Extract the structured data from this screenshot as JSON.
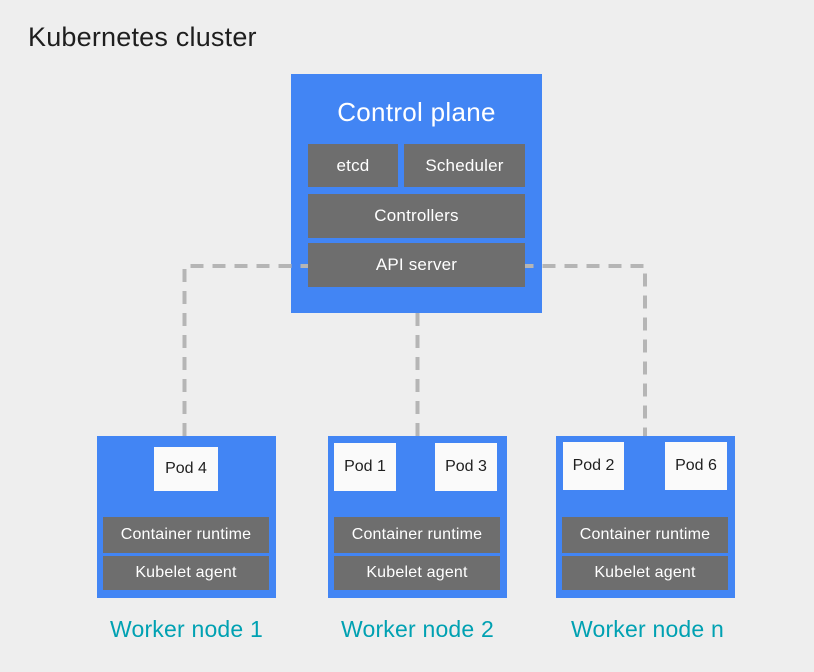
{
  "title": "Kubernetes cluster",
  "colors": {
    "background": "#eeeeee",
    "node_blue": "#4285f4",
    "component_gray": "#6e6e6e",
    "pod_white": "#fafafa",
    "connector_gray": "#b5b5b5",
    "worker_label_teal": "#00a1b2",
    "title_text": "#1e1e1e",
    "component_text": "#ffffff"
  },
  "control_plane": {
    "label": "Control plane",
    "components": [
      {
        "id": "etcd",
        "label": "etcd"
      },
      {
        "id": "scheduler",
        "label": "Scheduler"
      },
      {
        "id": "controllers",
        "label": "Controllers"
      },
      {
        "id": "api-server",
        "label": "API server"
      }
    ]
  },
  "worker_nodes": [
    {
      "label": "Worker node 1",
      "pods": [
        "Pod 4"
      ],
      "components": [
        "Container runtime",
        "Kubelet agent"
      ]
    },
    {
      "label": "Worker node 2",
      "pods": [
        "Pod 1",
        "Pod 3"
      ],
      "components": [
        "Container runtime",
        "Kubelet agent"
      ]
    },
    {
      "label": "Worker node n",
      "pods": [
        "Pod 2",
        "Pod 6"
      ],
      "components": [
        "Container runtime",
        "Kubelet agent"
      ]
    }
  ]
}
